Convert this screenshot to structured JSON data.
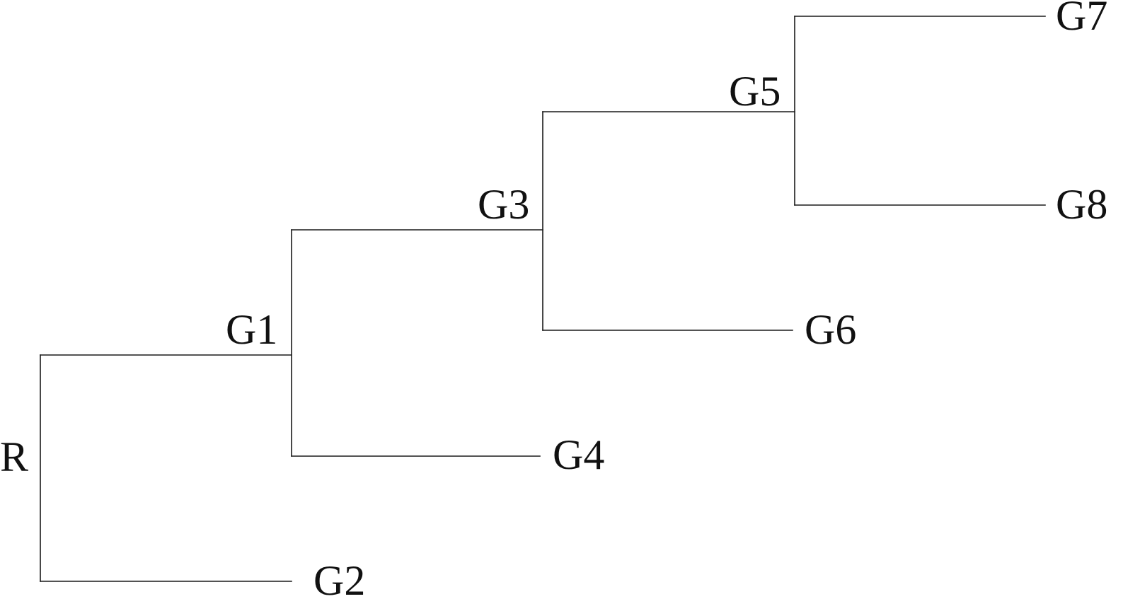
{
  "diagram": {
    "type": "tree",
    "root": "R",
    "nodes": {
      "R": {
        "label": "R",
        "children": [
          "G1",
          "G2"
        ]
      },
      "G1": {
        "label": "G1",
        "children": [
          "G3",
          "G4"
        ]
      },
      "G2": {
        "label": "G2",
        "children": []
      },
      "G3": {
        "label": "G3",
        "children": [
          "G5",
          "G6"
        ]
      },
      "G4": {
        "label": "G4",
        "children": []
      },
      "G5": {
        "label": "G5",
        "children": [
          "G7",
          "G8"
        ]
      },
      "G6": {
        "label": "G6",
        "children": []
      },
      "G7": {
        "label": "G7",
        "children": []
      },
      "G8": {
        "label": "G8",
        "children": []
      }
    }
  }
}
